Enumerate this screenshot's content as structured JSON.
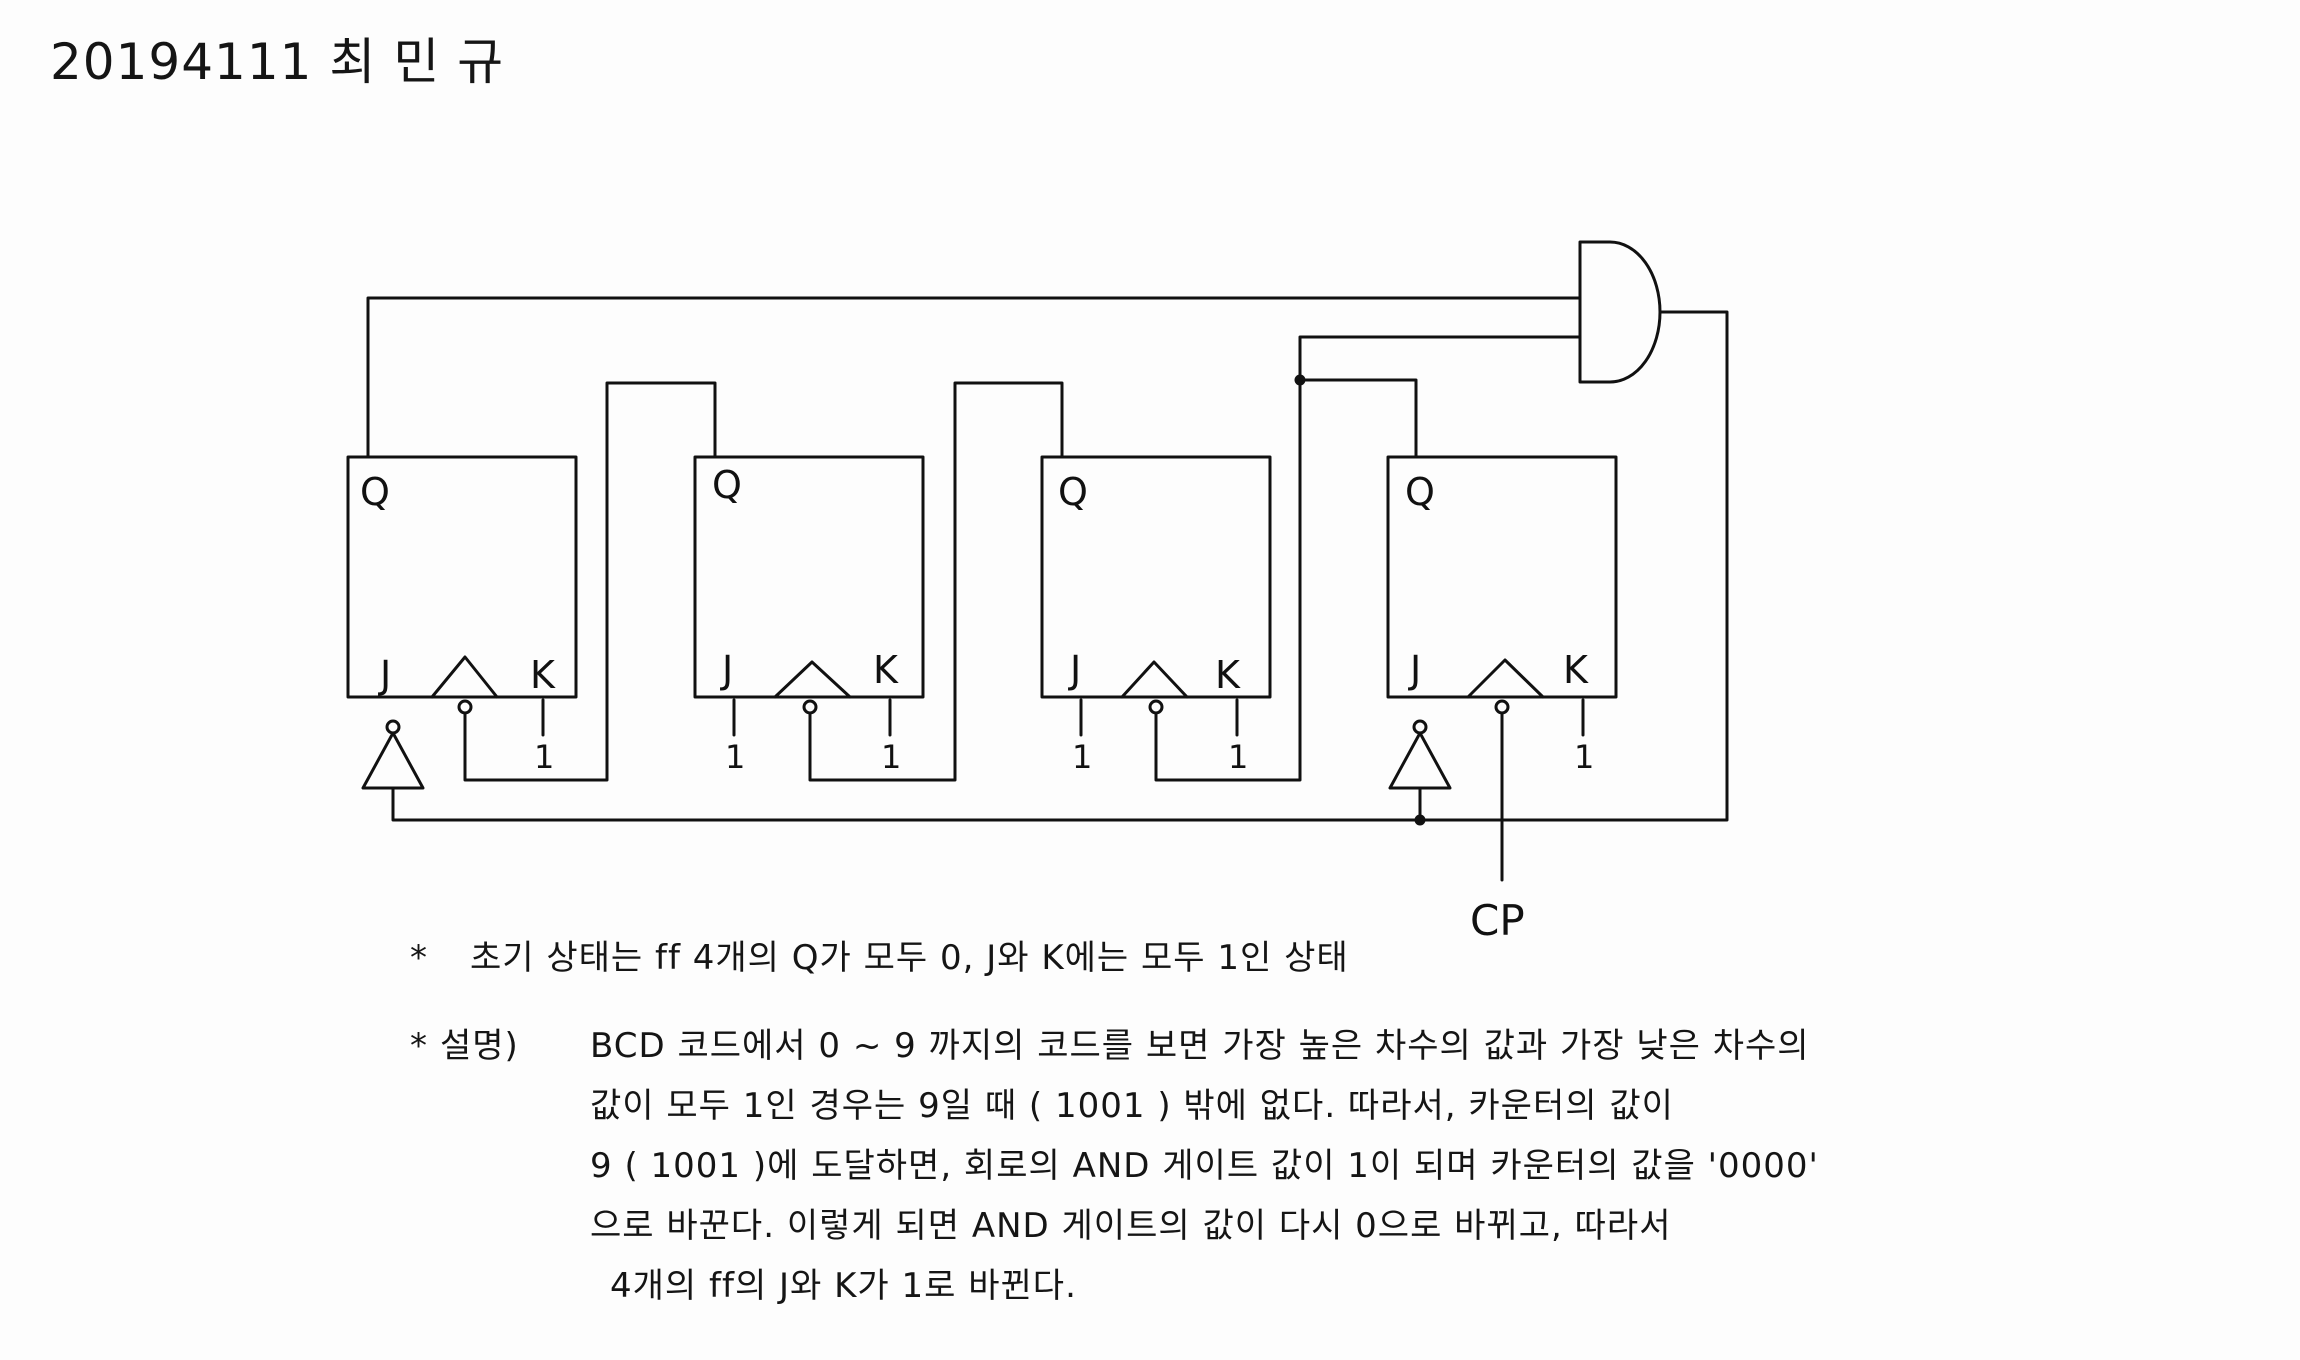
{
  "header": {
    "title": "20194111 최 민 규"
  },
  "circuit": {
    "flipflops": [
      {
        "q": "Q",
        "j": "J",
        "k": "K",
        "j_input": "",
        "k_input": "1"
      },
      {
        "q": "Q",
        "j": "J",
        "k": "K",
        "j_input": "1",
        "k_input": "1"
      },
      {
        "q": "Q",
        "j": "J",
        "k": "K",
        "j_input": "1",
        "k_input": "1"
      },
      {
        "q": "Q",
        "j": "J",
        "k": "K",
        "j_input": "",
        "k_input": "1"
      }
    ],
    "clock_label": "CP",
    "gate": "AND"
  },
  "notes": {
    "star": "*",
    "initial_state": "초기 상태는 ff 4개의 Q가 모두 0, J와 K에는 모두 1인 상태",
    "explanation_label": "설명)",
    "explanation_lines": [
      "BCD 코드에서 0 ~ 9 까지의 코드를 보면 가장 높은 차수의 값과 가장 낮은 차수의",
      "값이 모두 1인 경우는 9일 때 ( 1001 ) 밖에 없다. 따라서, 카운터의 값이",
      "9 ( 1001 )에 도달하면, 회로의 AND 게이트 값이 1이 되며 카운터의 값을 '0000'",
      "으로 바꾼다. 이렇게 되면 AND 게이트의 값이 다시 0으로 바뀌고, 따라서",
      "4개의 ff의 J와 K가 1로 바뀐다."
    ]
  }
}
